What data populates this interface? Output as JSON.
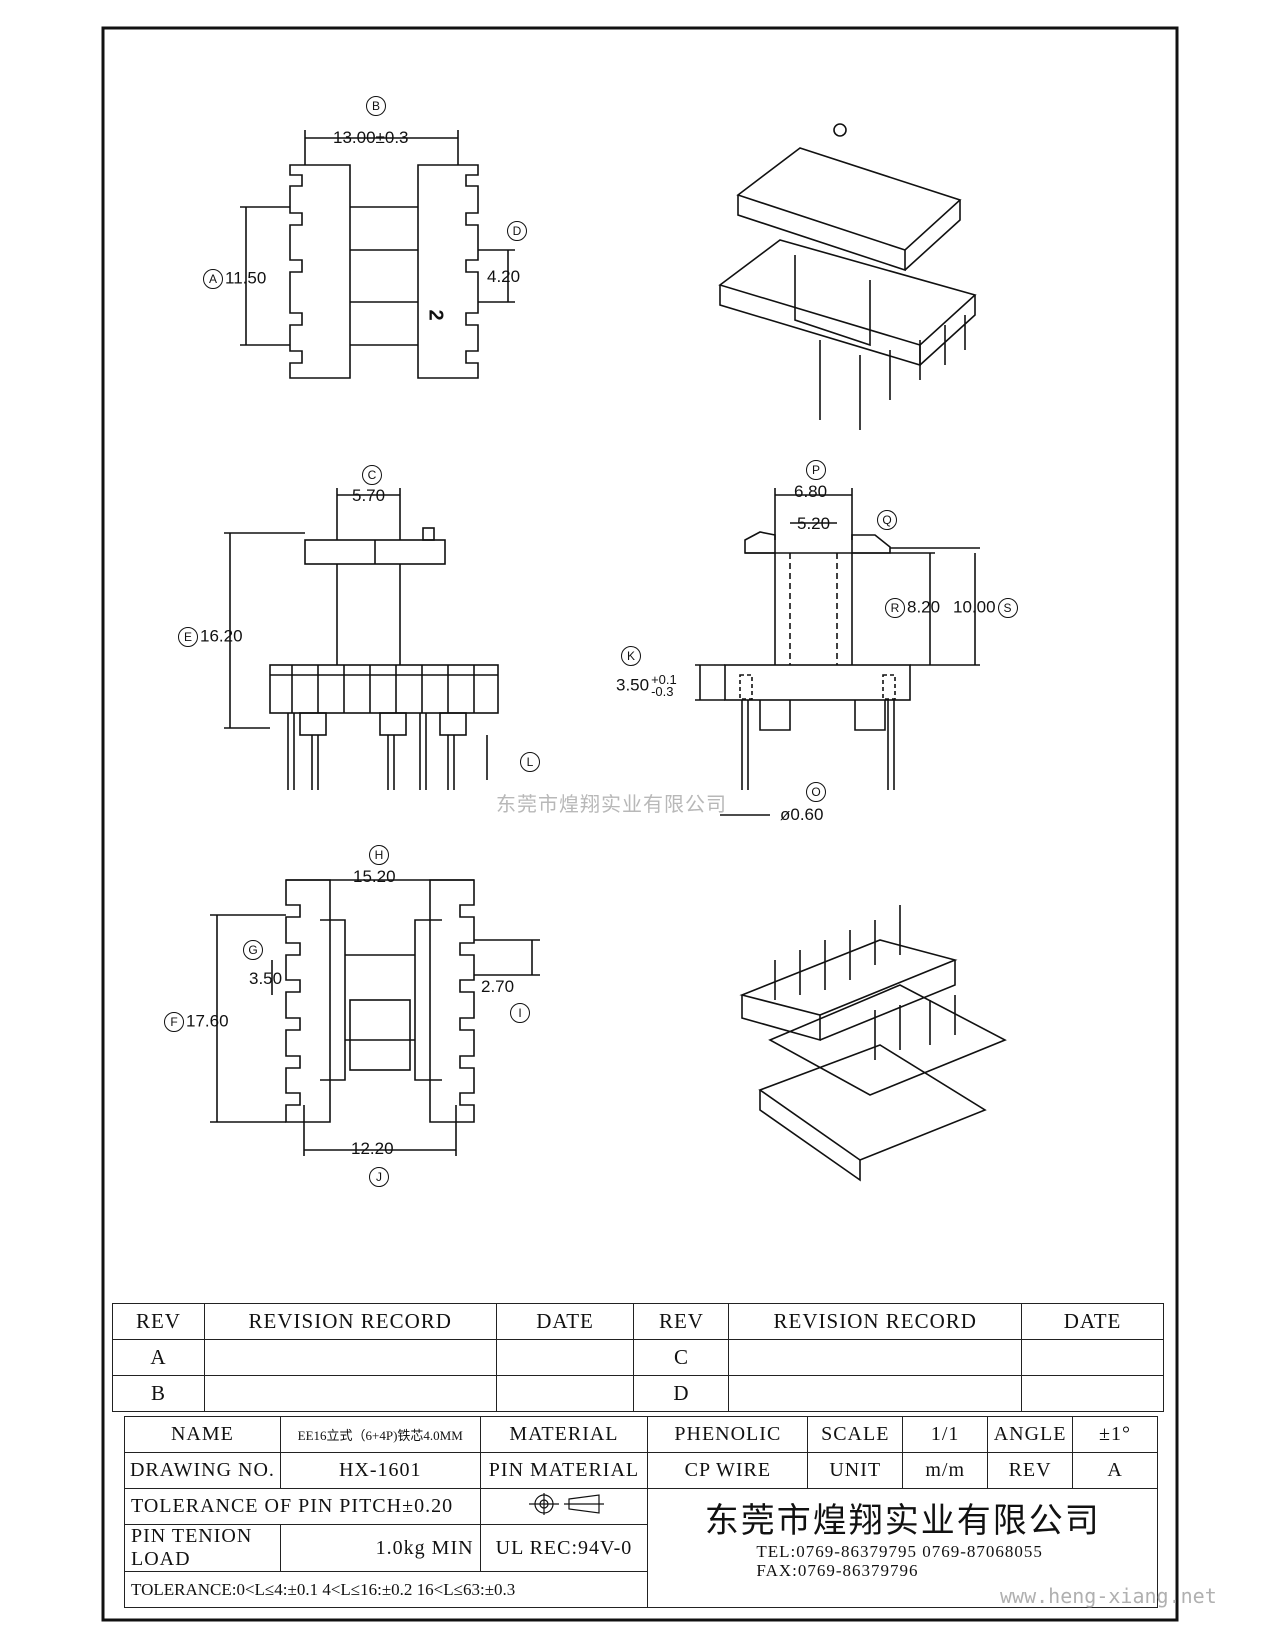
{
  "drawing": {
    "watermark_text": "东莞市煌翔实业有限公司",
    "web_watermark": "www.heng-xiang.net",
    "part_number_mark": "2",
    "dimensions": {
      "B": {
        "letter": "B",
        "value": "13.00±0.3"
      },
      "A": {
        "letter": "A",
        "value": "11.50"
      },
      "D": {
        "letter": "D",
        "value": "4.20"
      },
      "C": {
        "letter": "C",
        "value": "5.70"
      },
      "E": {
        "letter": "E",
        "value": "16.20"
      },
      "L": {
        "letter": "L",
        "value": ""
      },
      "P": {
        "letter": "P",
        "value": "6.80"
      },
      "Q": {
        "letter": "Q",
        "value": "5.20"
      },
      "R": {
        "letter": "R",
        "value": "8.20"
      },
      "S": {
        "letter": "S",
        "value": "10.00"
      },
      "K": {
        "letter": "K",
        "value": "3.50",
        "tol_plus": "+0.1",
        "tol_minus": "-0.3"
      },
      "O": {
        "letter": "O",
        "value": "ø0.60"
      },
      "H": {
        "letter": "H",
        "value": "15.20"
      },
      "G": {
        "letter": "G",
        "value": "3.50"
      },
      "I": {
        "letter": "I",
        "value": "2.70"
      },
      "F": {
        "letter": "F",
        "value": "17.60"
      },
      "J": {
        "letter": "J",
        "value": "12.20"
      }
    }
  },
  "revision_table": {
    "headers": [
      "REV",
      "REVISION RECORD",
      "DATE",
      "REV",
      "REVISION RECORD",
      "DATE"
    ],
    "rows": [
      {
        "rev_left": "A",
        "rev_right": "C"
      },
      {
        "rev_left": "B",
        "rev_right": "D"
      }
    ]
  },
  "title_block": {
    "name_label": "NAME",
    "name_value": "EE16立式（6+4P)铁芯4.0MM",
    "material_label": "MATERIAL",
    "material_value": "PHENOLIC",
    "scale_label": "SCALE",
    "scale_value": "1/1",
    "angle_label": "ANGLE",
    "angle_value": "±1°",
    "drawing_no_label": "DRAWING NO.",
    "drawing_no_value": "HX-1601",
    "pin_material_label": "PIN MATERIAL",
    "pin_material_value": "CP WIRE",
    "unit_label": "UNIT",
    "unit_value": "m/m",
    "rev_label": "REV",
    "rev_value": "A",
    "pin_pitch_tolerance": "TOLERANCE OF PIN PITCH±0.20",
    "pin_tension_label": "PIN TENION LOAD",
    "pin_tension_value": "1.0kg MIN",
    "ul_rec": "UL REC:94V-0",
    "tolerance_line": "TOLERANCE:0<L≤4:±0.1  4<L≤16:±0.2  16<L≤63:±0.3",
    "company_name": "东莞市煌翔实业有限公司",
    "tel": "TEL:0769-86379795    0769-87068055",
    "fax": "FAX:0769-86379796"
  }
}
